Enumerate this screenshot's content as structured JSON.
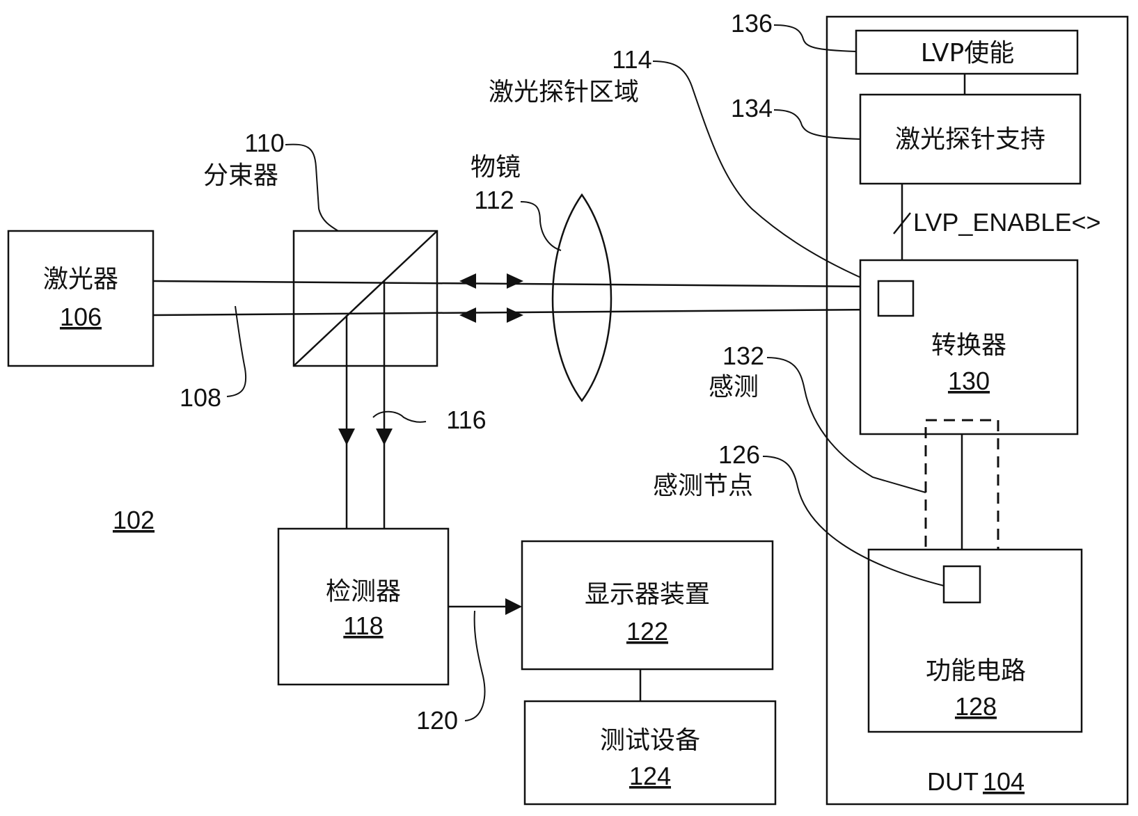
{
  "diagram": {
    "laser": {
      "name": "激光器",
      "ref": "106"
    },
    "beam_ref": "108",
    "splitter": {
      "name": "分束器",
      "ref": "110"
    },
    "objective": {
      "name": "物镜",
      "ref": "112"
    },
    "probe_region": {
      "name": "激光探针区域",
      "ref": "114"
    },
    "return_beam_ref": "116",
    "system_ref": "102",
    "detector": {
      "name": "检测器",
      "ref": "118"
    },
    "signal_ref": "120",
    "display": {
      "name": "显示器装置",
      "ref": "122"
    },
    "tester": {
      "name": "测试设备",
      "ref": "124"
    },
    "sense_node": {
      "name": "感测节点",
      "ref": "126"
    },
    "functional_circuit": {
      "name": "功能电路",
      "ref": "128"
    },
    "converter": {
      "name": "转换器",
      "ref": "130"
    },
    "sense": {
      "name": "感测",
      "ref": "132"
    },
    "probe_support": {
      "name": "激光探针支持",
      "ref": "134"
    },
    "lvp_enable": {
      "name": "LVP使能",
      "ref": "136"
    },
    "enable_signal": "LVP_ENABLE<>",
    "dut": {
      "name": "DUT",
      "ref": "104"
    }
  }
}
